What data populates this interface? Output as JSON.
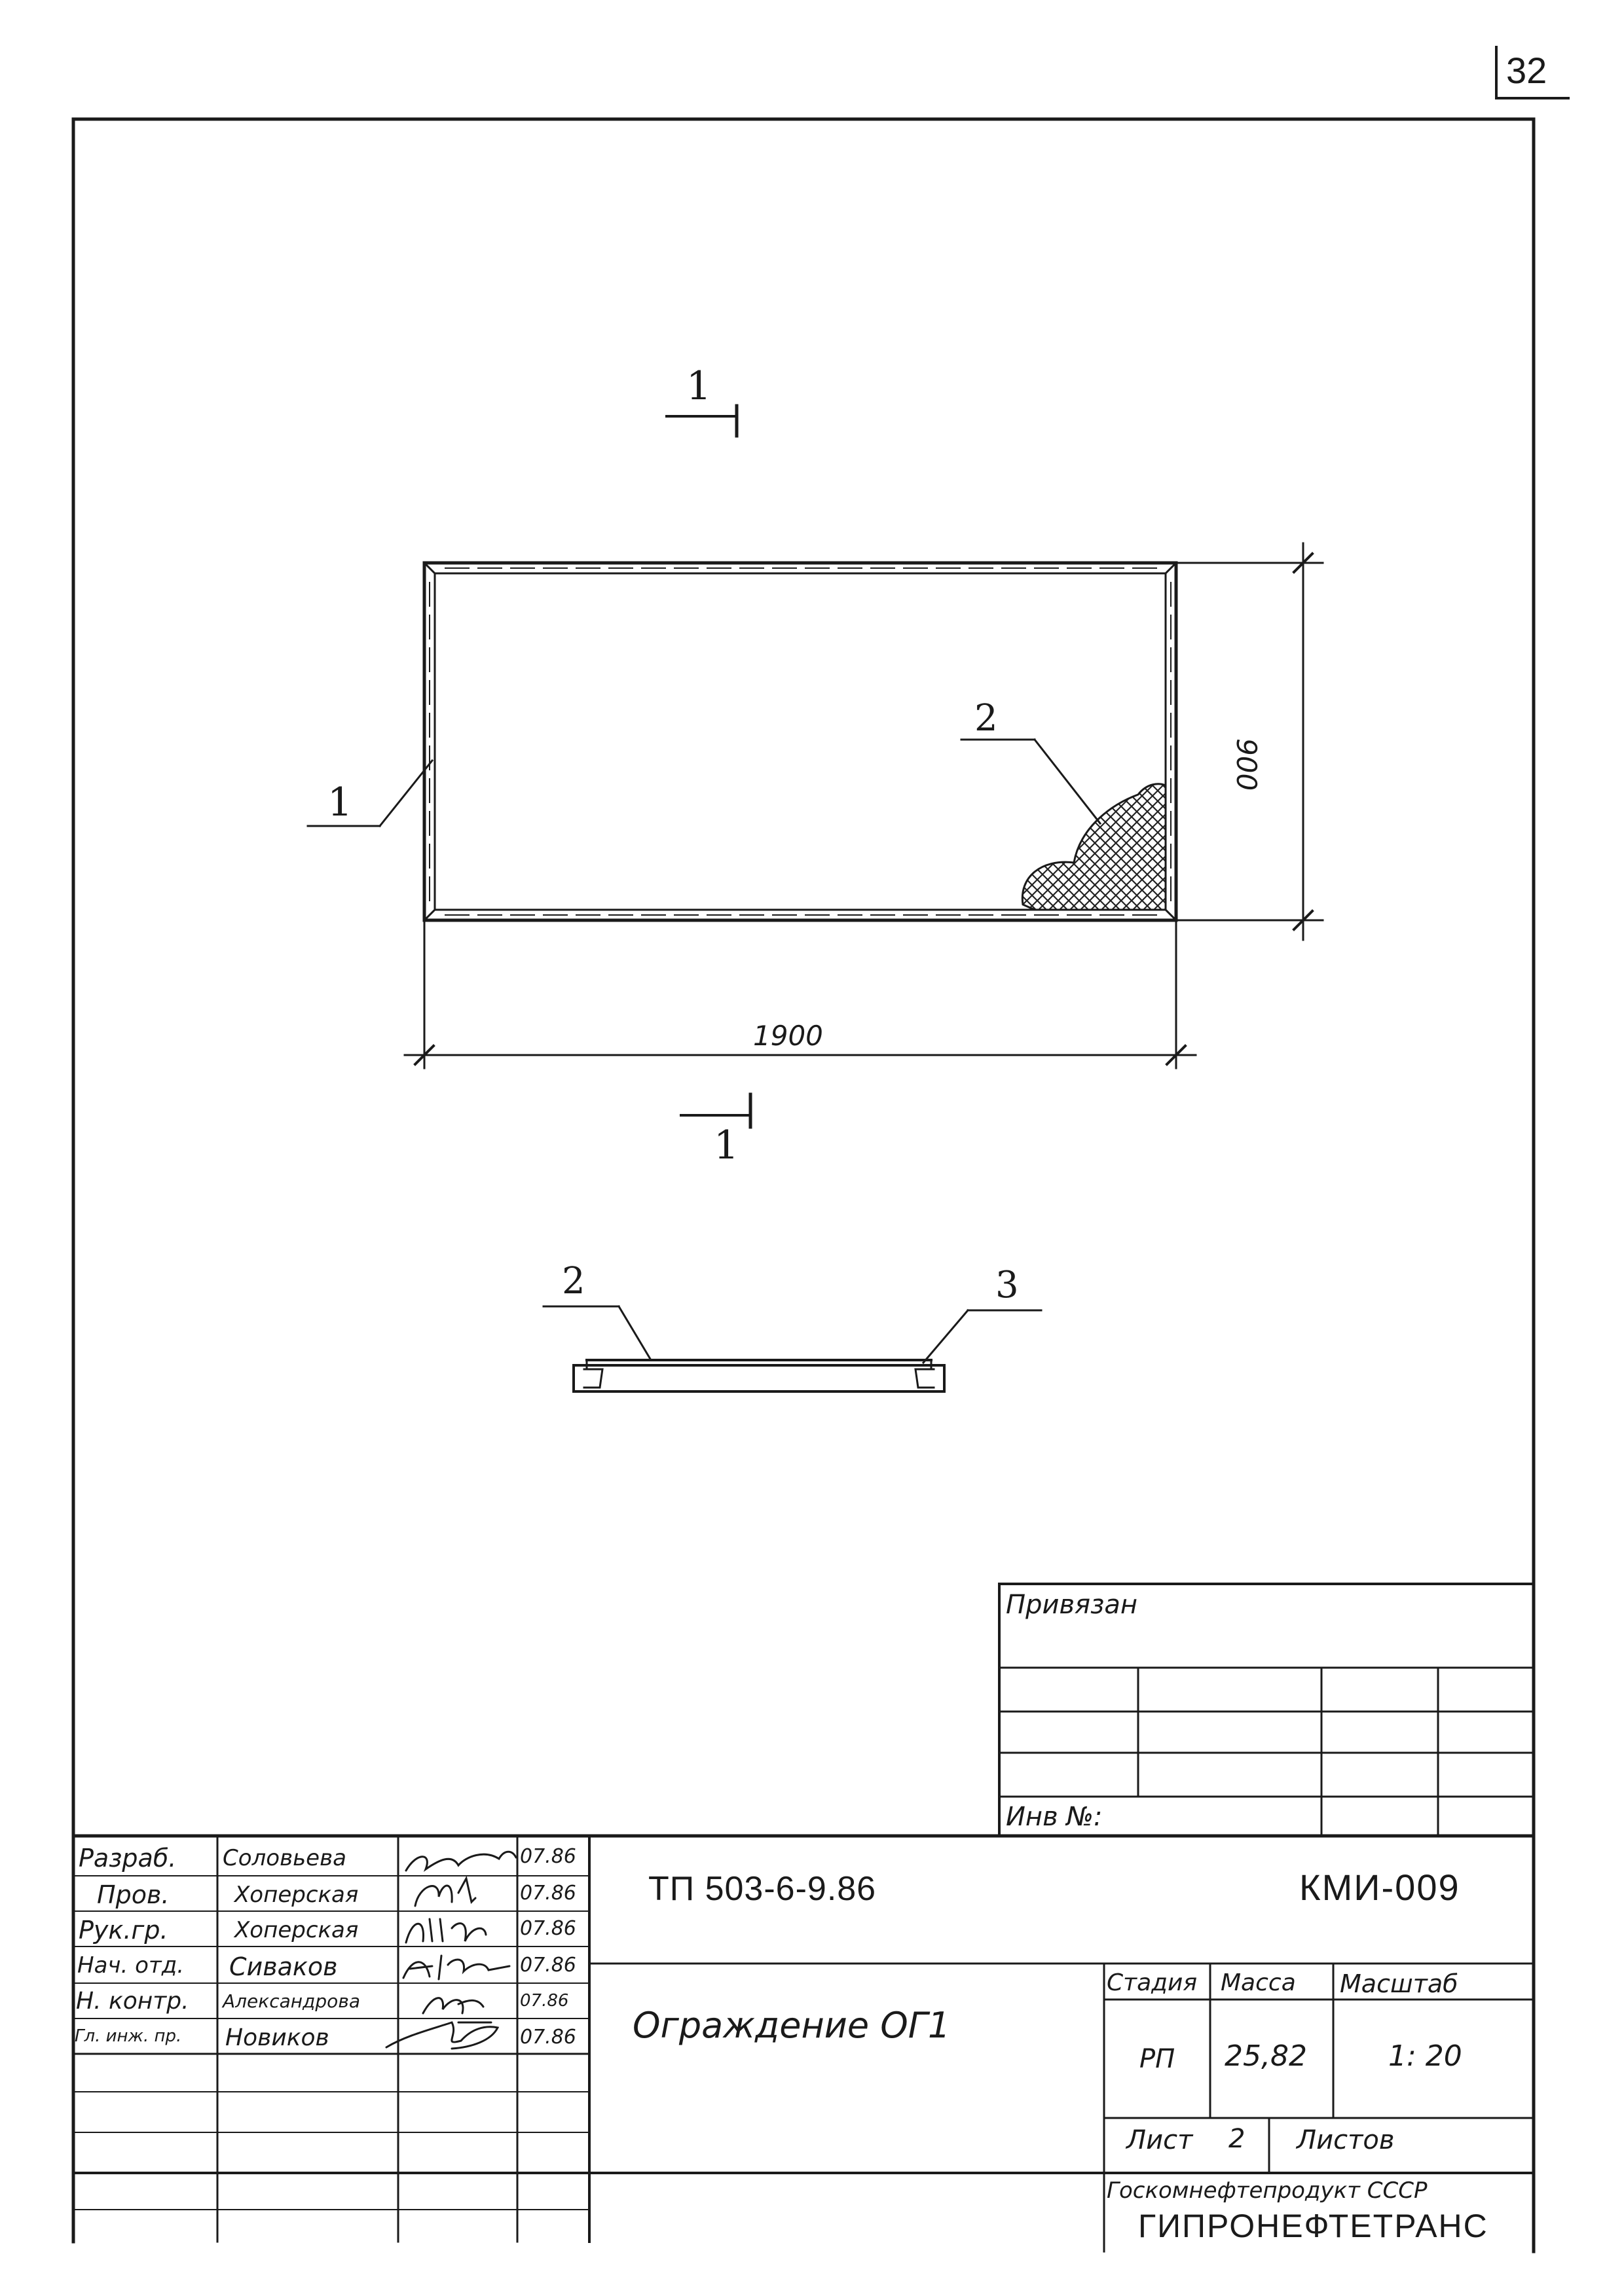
{
  "page_number": "32",
  "drawing": {
    "dim_length": "1900",
    "dim_height": "900",
    "section_mark_top": "1",
    "section_mark_bottom": "1",
    "callout_frame_top": "1",
    "callout_mesh_top": "2",
    "callout_mesh_section": "2",
    "callout_frame_section": "3"
  },
  "binding_block": {
    "title": "Привязан",
    "inv_label": "Инв №:"
  },
  "signatures": {
    "rows": [
      {
        "role": "Разраб.",
        "name": "Соловьева",
        "date": "07.86"
      },
      {
        "role": "Пров.",
        "name": "Хоперская",
        "date": "07.86"
      },
      {
        "role": "Рук.гр.",
        "name": "Хоперская",
        "date": "07.86"
      },
      {
        "role": "Нач. отд.",
        "name": "Сиваков",
        "date": "07.86"
      },
      {
        "role": "Н. контр.",
        "name": "Александрова",
        "date": "07.86"
      },
      {
        "role": "Гл. инж. пр.",
        "name": "Новиков",
        "date": "07.86"
      }
    ]
  },
  "title_block": {
    "project_code": "ТП 503-6-9.86",
    "drawing_code": "КМИ-009",
    "title": "Ограждение  ОГ1",
    "stage_label": "Стадия",
    "mass_label": "Масса",
    "scale_label": "Масштаб",
    "stage": "РП",
    "mass": "25,82",
    "scale": "1: 20",
    "sheet_label": "Лист",
    "sheet_number": "2",
    "sheets_label": "Листов",
    "organization": "Госкомнефтепродукт СССР",
    "institute": "ГИПРОНЕФТЕТРАНС"
  }
}
